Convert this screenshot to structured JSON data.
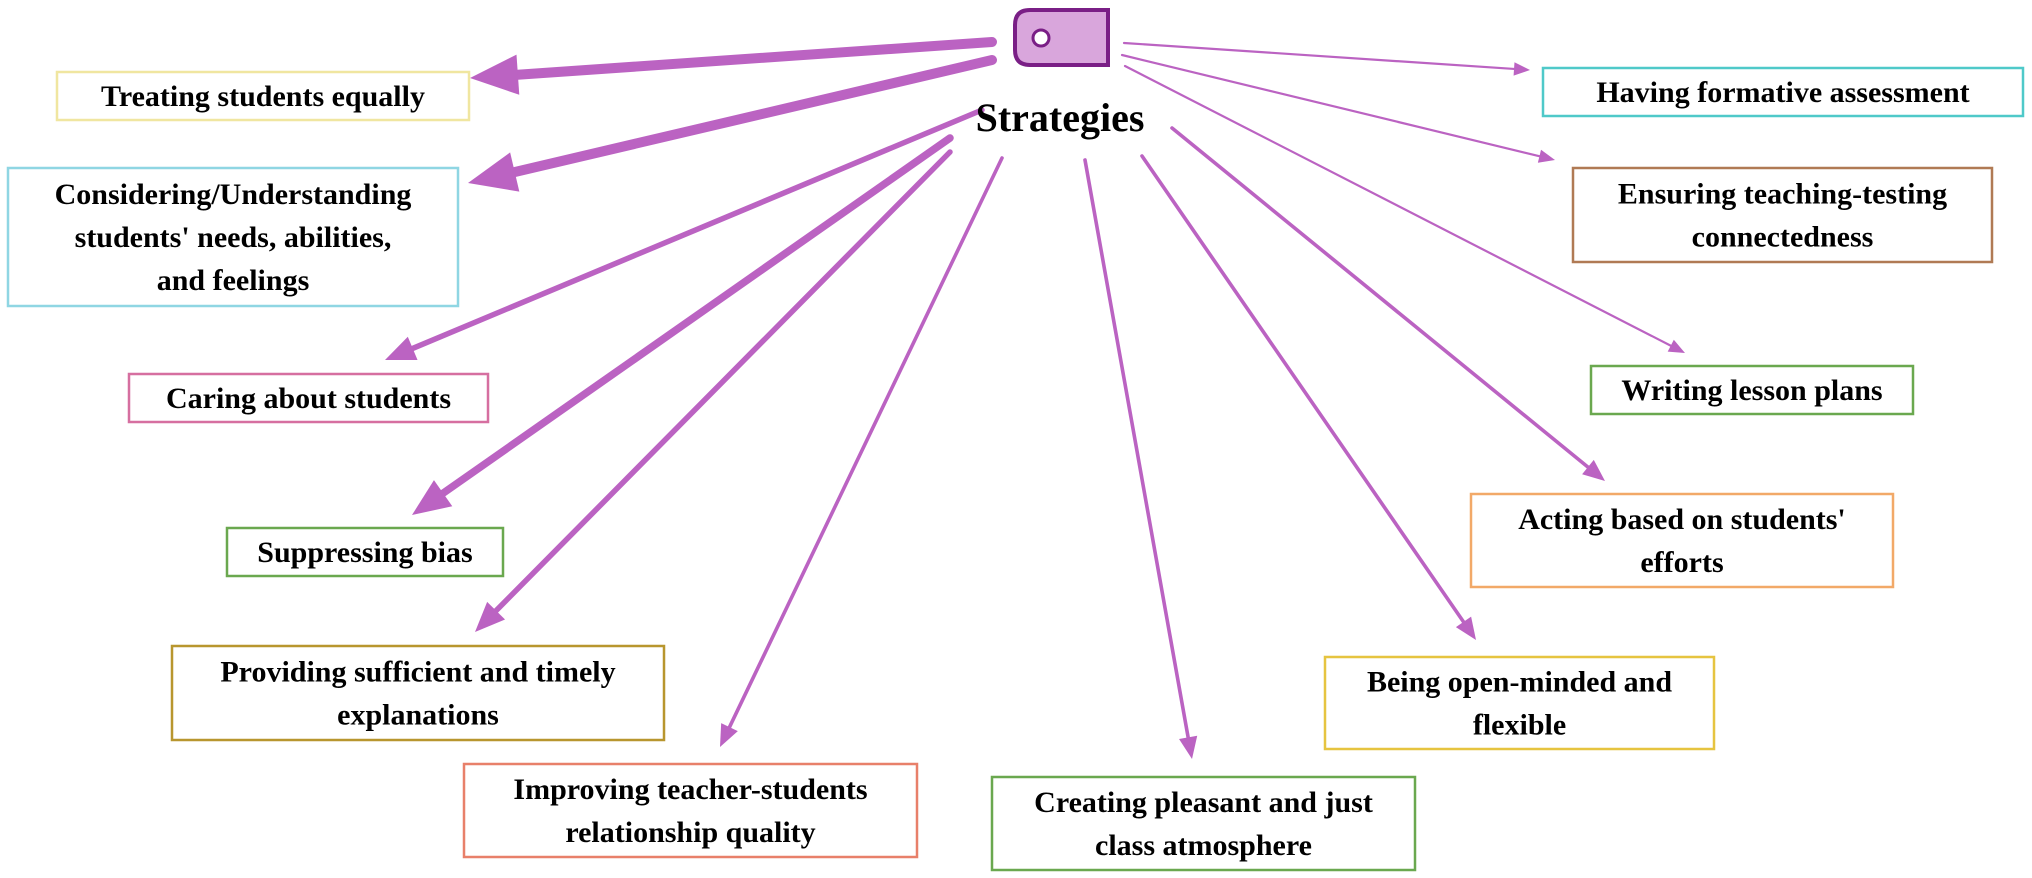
{
  "center": {
    "label": "Strategies",
    "icon": "tag-icon",
    "icon_fill": "#d9a6dc",
    "icon_stroke": "#7a1f86"
  },
  "arrow_color": "#bb63c2",
  "nodes": [
    {
      "id": "treating-students-equally",
      "lines": [
        "Treating students equally"
      ],
      "border": "#f0e6a0",
      "strength": 5
    },
    {
      "id": "considering-understanding-students",
      "lines": [
        "Considering/Understanding",
        "students' needs, abilities,",
        "and feelings"
      ],
      "border": "#8fd6e3",
      "strength": 5
    },
    {
      "id": "caring-about-students",
      "lines": [
        "Caring about students"
      ],
      "border": "#d66fa0",
      "strength": 3
    },
    {
      "id": "suppressing-bias",
      "lines": [
        "Suppressing bias"
      ],
      "border": "#6aa84f",
      "strength": 4
    },
    {
      "id": "providing-explanations",
      "lines": [
        "Providing sufficient and timely",
        "explanations"
      ],
      "border": "#b8962e",
      "strength": 3
    },
    {
      "id": "improving-relationship",
      "lines": [
        "Improving teacher-students",
        "relationship quality"
      ],
      "border": "#e8806a",
      "strength": 2
    },
    {
      "id": "creating-atmosphere",
      "lines": [
        "Creating pleasant and just",
        "class atmosphere"
      ],
      "border": "#6aa84f",
      "strength": 2
    },
    {
      "id": "open-minded-flexible",
      "lines": [
        "Being open-minded and",
        "flexible"
      ],
      "border": "#e6c440",
      "strength": 2
    },
    {
      "id": "acting-on-efforts",
      "lines": [
        "Acting based on students'",
        "efforts"
      ],
      "border": "#f2a968",
      "strength": 2
    },
    {
      "id": "writing-lesson-plans",
      "lines": [
        "Writing lesson plans"
      ],
      "border": "#6aa84f",
      "strength": 1
    },
    {
      "id": "teaching-testing-connectedness",
      "lines": [
        "Ensuring teaching-testing",
        "connectedness"
      ],
      "border": "#b07a54",
      "strength": 1
    },
    {
      "id": "formative-assessment",
      "lines": [
        "Having formative assessment"
      ],
      "border": "#4fc9c9",
      "strength": 1
    }
  ]
}
